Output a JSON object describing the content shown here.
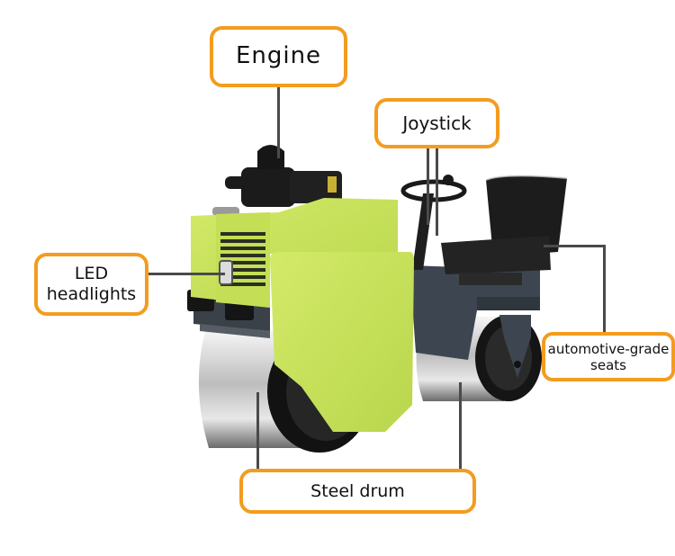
{
  "image": {
    "subject": "Double drum ride-on road roller",
    "colors": {
      "label_border": "#f39c1f",
      "body_green": "#c8e35a",
      "frame_gray": "#3d4650",
      "leader_line": "#4a4a4a"
    }
  },
  "callouts": {
    "engine": {
      "text": "Engine"
    },
    "joystick": {
      "text": "Joystick"
    },
    "led": {
      "line1": "LED",
      "line2": "headlights"
    },
    "seats": {
      "line1": "automotive-grade",
      "line2": "seats"
    },
    "drum": {
      "text": "Steel drum"
    }
  }
}
